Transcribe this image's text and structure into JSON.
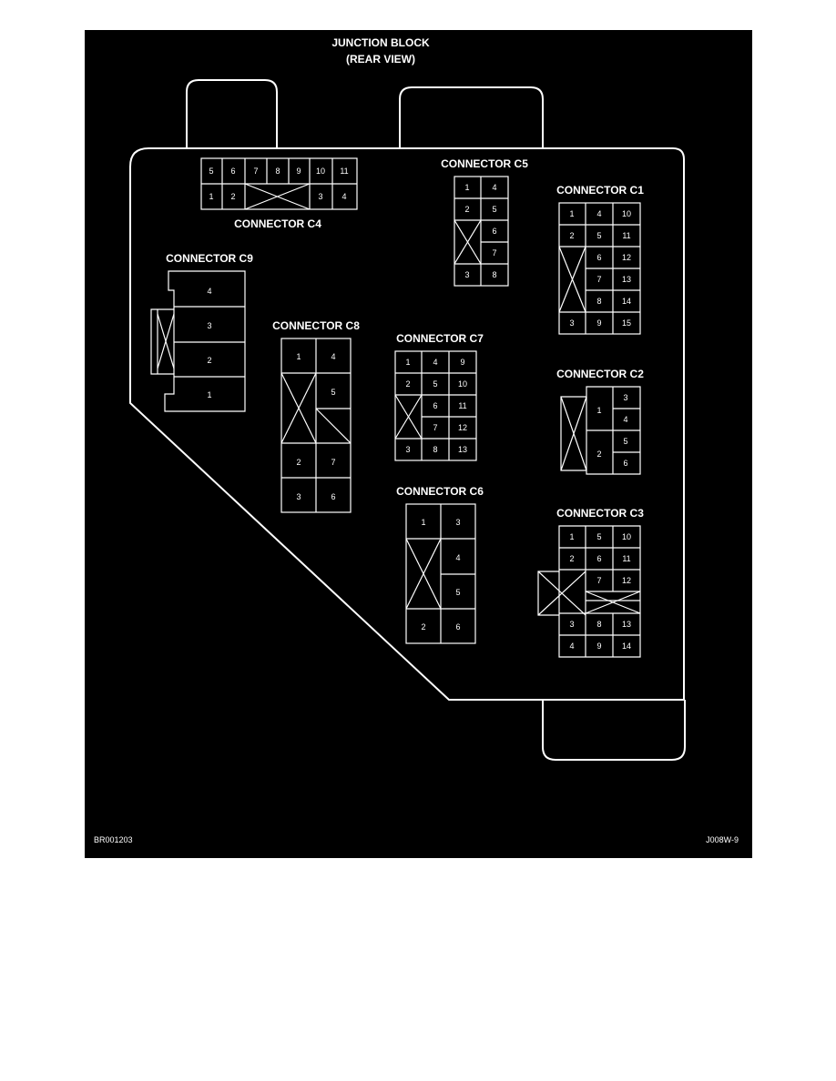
{
  "title_line1": "JUNCTION BLOCK",
  "title_line2": "(REAR VIEW)",
  "footer_left": "BR001203",
  "footer_right": "J008W-9",
  "colors": {
    "background": "#000000",
    "foreground": "#ffffff",
    "page": "#ffffff"
  },
  "connectors": {
    "c1": {
      "label": "CONNECTOR C1",
      "pins": [
        "1",
        "4",
        "10",
        "2",
        "5",
        "11",
        "6",
        "12",
        "7",
        "13",
        "8",
        "14",
        "3",
        "9",
        "15"
      ]
    },
    "c2": {
      "label": "CONNECTOR C2",
      "pins": [
        "1",
        "2",
        "3",
        "4",
        "5",
        "6"
      ]
    },
    "c3": {
      "label": "CONNECTOR C3",
      "pins": [
        "1",
        "5",
        "10",
        "2",
        "6",
        "11",
        "7",
        "12",
        "3",
        "8",
        "13",
        "4",
        "9",
        "14"
      ]
    },
    "c4": {
      "label": "CONNECTOR C4",
      "pins": [
        "5",
        "6",
        "7",
        "8",
        "9",
        "10",
        "11",
        "1",
        "2",
        "3",
        "4"
      ]
    },
    "c5": {
      "label": "CONNECTOR C5",
      "pins": [
        "1",
        "4",
        "2",
        "5",
        "6",
        "7",
        "3",
        "8"
      ]
    },
    "c6": {
      "label": "CONNECTOR C6",
      "pins": [
        "1",
        "3",
        "4",
        "5",
        "2",
        "6"
      ]
    },
    "c7": {
      "label": "CONNECTOR C7",
      "pins": [
        "1",
        "4",
        "9",
        "2",
        "5",
        "10",
        "6",
        "11",
        "7",
        "12",
        "3",
        "8",
        "13"
      ]
    },
    "c8": {
      "label": "CONNECTOR C8",
      "pins": [
        "1",
        "4",
        "5",
        "2",
        "7",
        "3",
        "6"
      ]
    },
    "c9": {
      "label": "CONNECTOR C9",
      "pins": [
        "4",
        "3",
        "2",
        "1"
      ]
    }
  }
}
